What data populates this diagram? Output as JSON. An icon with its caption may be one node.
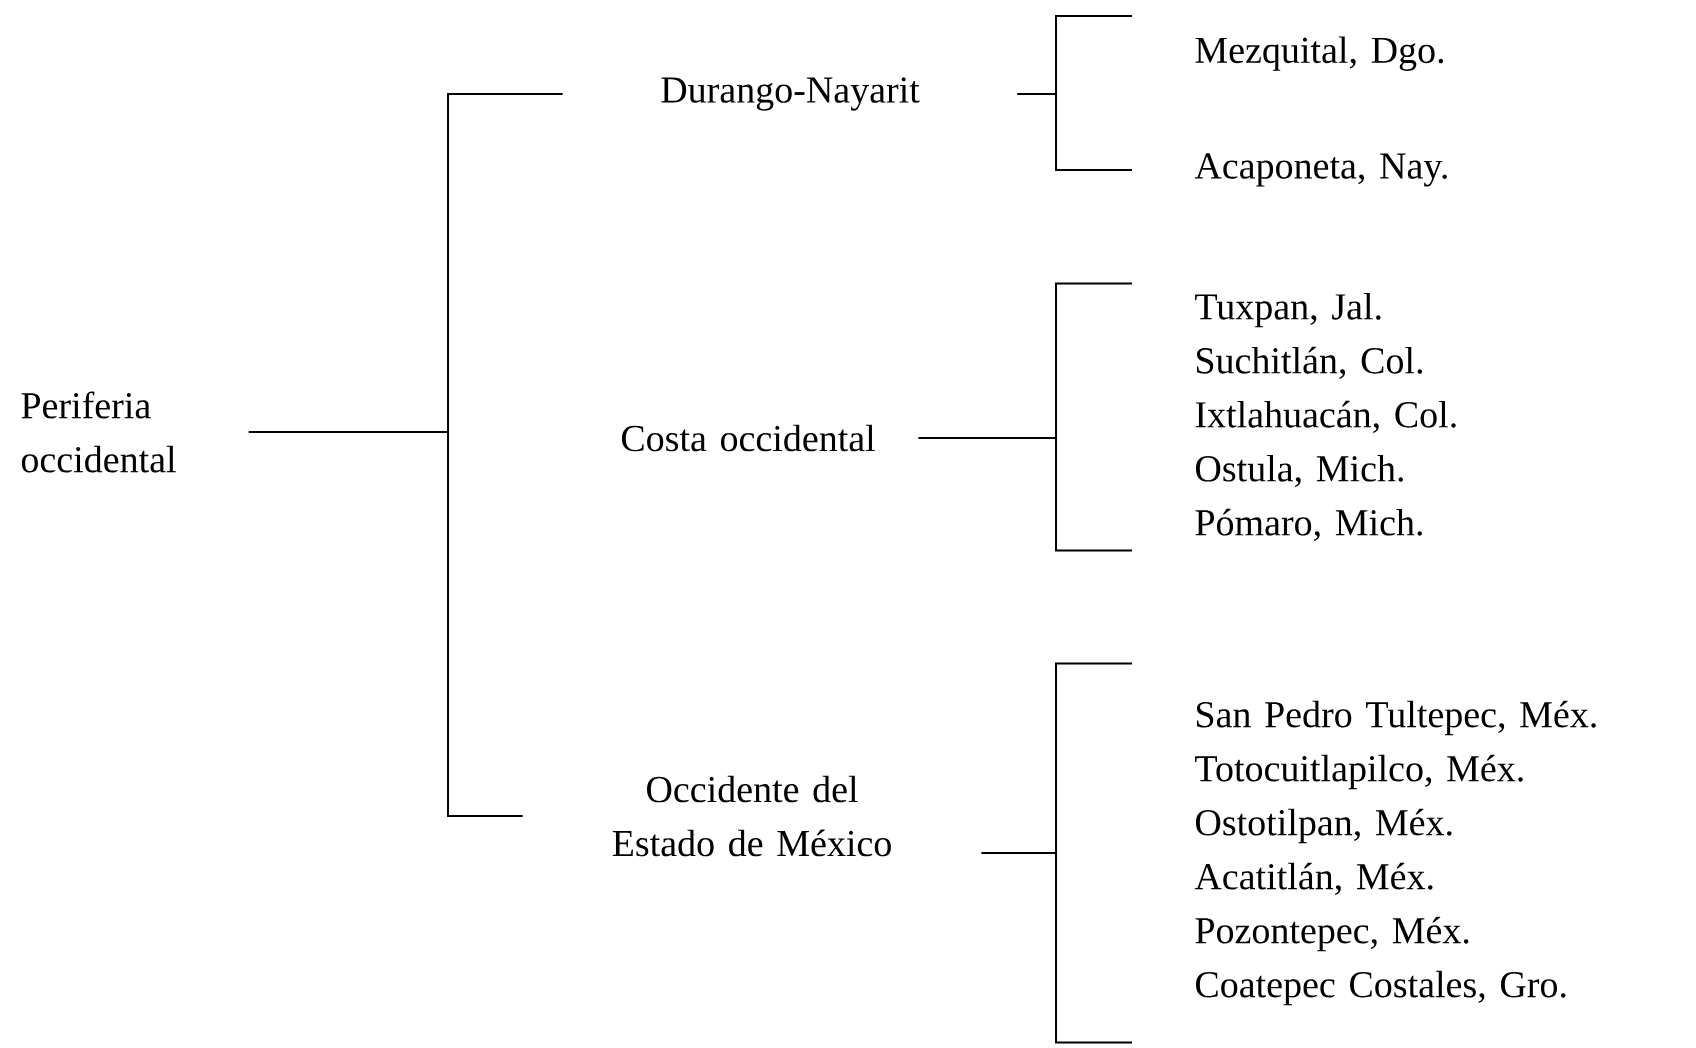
{
  "diagram": {
    "nodes": [
      {
        "text": [
          "Periferia occidental"
        ]
      },
      {
        "text": [
          "Durango-Nayarit"
        ]
      },
      {
        "text": [
          "Costa occidental"
        ]
      },
      {
        "text": [
          "Occidente del Estado de México"
        ]
      },
      {
        "text": [
          "Mezquital, Dgo."
        ]
      },
      {
        "text": [
          "Acaponeta, Nay."
        ]
      },
      {
        "text": [
          "Tuxpan, Jal.",
          "Suchitlán, Col.",
          "Ixtlahuacán, Col.",
          "Ostula, Mich.",
          "Pómaro, Mich."
        ]
      },
      {
        "text": [
          "San Pedro Tultepec, Méx.",
          "Totocuitlapilco, Méx.",
          "Ostotilpan, Méx.",
          "Acatitlán, Méx.",
          "Pozontepec, Méx.",
          "Coatepec Costales, Gro."
        ]
      }
    ],
    "edges": [
      {
        "from": 0,
        "to": 1,
        "arrow": "none"
      },
      {
        "from": 0,
        "to": 3,
        "arrow": "none"
      },
      {
        "from": 1,
        "to": 4,
        "arrow": "none"
      },
      {
        "from": 1,
        "to": 5,
        "arrow": "none"
      },
      {
        "from": 2,
        "to": 6,
        "arrow": "none"
      },
      {
        "from": 3,
        "to": 7,
        "arrow": "none"
      }
    ]
  }
}
